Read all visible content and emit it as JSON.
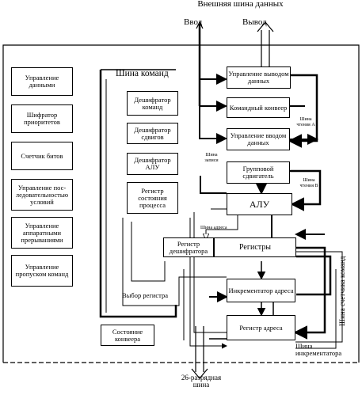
{
  "top": {
    "bus_title": "Внешняя шина данных",
    "input": "Ввод",
    "output": "Вывод"
  },
  "left_blocks": [
    "Управление данными",
    "Шифратор приоритетов",
    "Счетчик битов",
    "Управление пос-ледовательностью условий",
    "Управление аппаратными прерываниями",
    "Управление пропуском команд"
  ],
  "command_bus": {
    "title": "Шина команд",
    "blocks": [
      "Дешифратор команд",
      "Дешифратор сдвигов",
      "Дешифратор АЛУ",
      "Регистр состояния процесса"
    ],
    "register_select": "Выбор регистра",
    "pipeline_state": "Состояние конвеера"
  },
  "right_column": {
    "output_control": "Управление выводом данных",
    "cmd_pipeline": "Командный конвеер",
    "input_control": "Управление вводом данных",
    "group_shifter": "Групповой сдвигатель",
    "alu": "АЛУ",
    "reg_decoder": "Регистр дешифратора",
    "registers": "Регистры",
    "incrementer": "Инкрементатор адреса",
    "addr_register": "Регистр адреса"
  },
  "labels": {
    "bus_a": "Шина чтения A",
    "bus_b": "Шина чтения B",
    "bus_write": "Шина записи",
    "address_bus": "Шина адреса",
    "counter_bus": "Шина счетчика команд",
    "incrementer_bus": "Шина инкрементатора",
    "bus_26": "26-разрядная шина"
  }
}
